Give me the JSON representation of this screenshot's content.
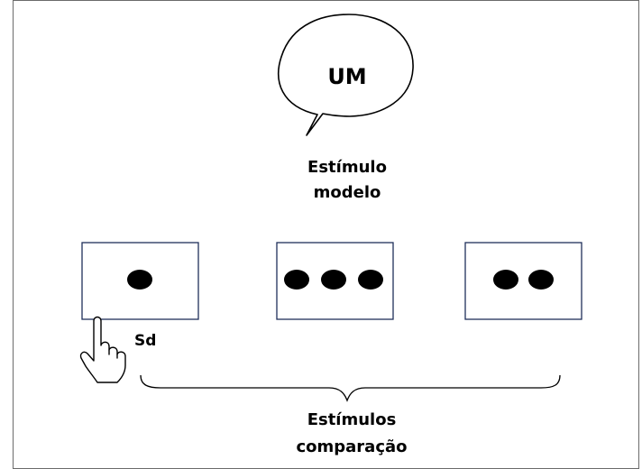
{
  "speech_text": "UM",
  "model_label": [
    "Estímulo",
    "modelo"
  ],
  "sd_label": "Sd",
  "comparison_label": [
    "Estímulos",
    "comparação"
  ],
  "comparison_cards": [
    {
      "dots": 1
    },
    {
      "dots": 3
    },
    {
      "dots": 2
    }
  ],
  "colors": {
    "stroke": "#1f2f5a",
    "dot": "#000000",
    "frame": "#6b6b6b"
  }
}
